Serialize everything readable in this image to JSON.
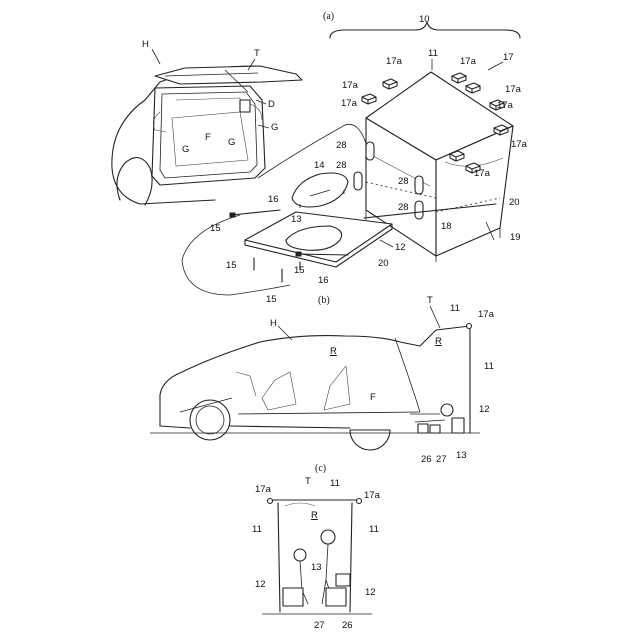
{
  "figure_captions": {
    "a": "(a)",
    "b": "(b)",
    "c": "(c)"
  },
  "labels_a": {
    "ten": "10",
    "h": "H",
    "t": "T",
    "d": "D",
    "f": "F",
    "g1": "G",
    "g2": "G",
    "g3": "G",
    "eleven": "11",
    "seventeen": "17",
    "s17a_1": "17a",
    "s17a_2": "17a",
    "s17a_3": "17a",
    "s17a_4": "17a",
    "s17a_5": "17a",
    "s17a_6": "17a",
    "s17a_7": "17a",
    "s17a_8": "17a",
    "s28_1": "28",
    "s28_2": "28",
    "s28_3": "28",
    "s28_4": "28",
    "fourteen": "14",
    "thirteen": "13",
    "sixteen_1": "16",
    "sixteen_2": "16",
    "fifteen_1": "15",
    "fifteen_2": "15",
    "fifteen_3": "15",
    "fifteen_4": "15",
    "twelve": "12",
    "twenty_1": "20",
    "twenty_2": "20",
    "eighteen": "18",
    "nineteen": "19"
  },
  "labels_b": {
    "h": "H",
    "t": "T",
    "eleven_1": "11",
    "s17a": "17a",
    "r1": "R",
    "r2": "R",
    "eleven_2": "11",
    "f": "F",
    "twelve": "12",
    "twentysix": "26",
    "twentyseven": "27",
    "thirteen": "13"
  },
  "labels_c": {
    "t": "T",
    "eleven_1": "11",
    "s17a_l": "17a",
    "s17a_r": "17a",
    "r": "R",
    "eleven_l": "11",
    "eleven_r": "11",
    "thirteen": "13",
    "twelve_l": "12",
    "twelve_r": "12",
    "twentyseven": "27",
    "twentysix": "26"
  }
}
